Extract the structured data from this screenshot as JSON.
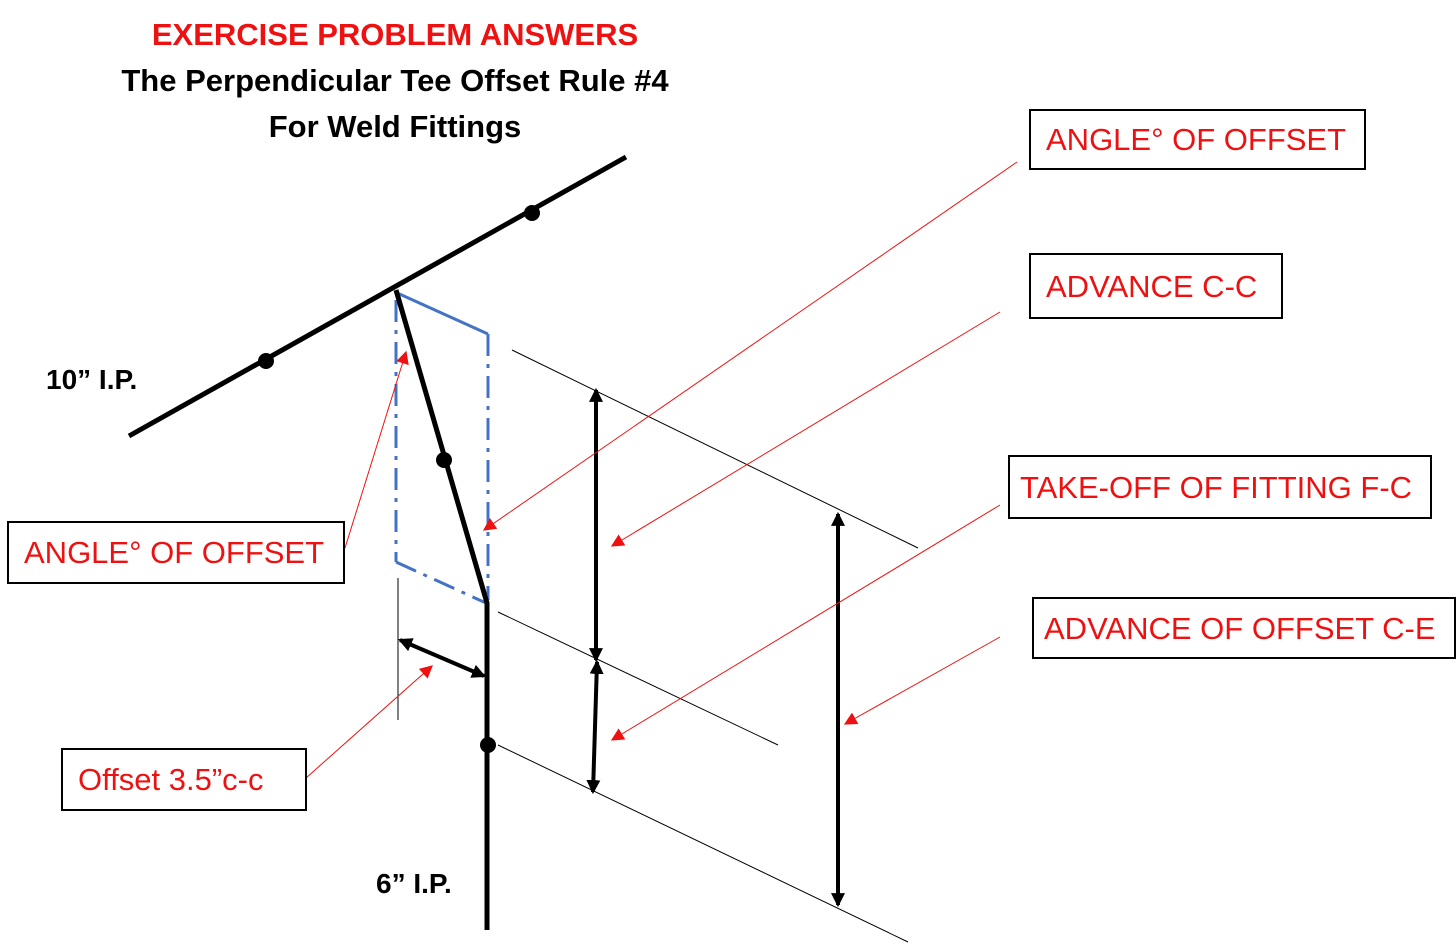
{
  "title": {
    "line1": "EXERCISE PROBLEM ANSWERS",
    "line2": "The Perpendicular Tee  Offset Rule #4",
    "line3": "For Weld Fittings"
  },
  "pipes": {
    "main": "10” I.P.",
    "branch": "6” I.P."
  },
  "labels": {
    "angle_right": "ANGLE° OF OFFSET",
    "advance_cc": "ADVANCE C-C",
    "takeoff": "TAKE-OFF OF FITTING F-C",
    "advance_offset": "ADVANCE OF OFFSET C-E",
    "angle_left": "ANGLE° OF OFFSET",
    "offset": "Offset 3.5”c-c"
  },
  "colors": {
    "label_text": "#ee1111",
    "title_red": "#ee1111",
    "pipe": "#000000",
    "construction": "#4472c4",
    "leader": "#ee1111"
  }
}
